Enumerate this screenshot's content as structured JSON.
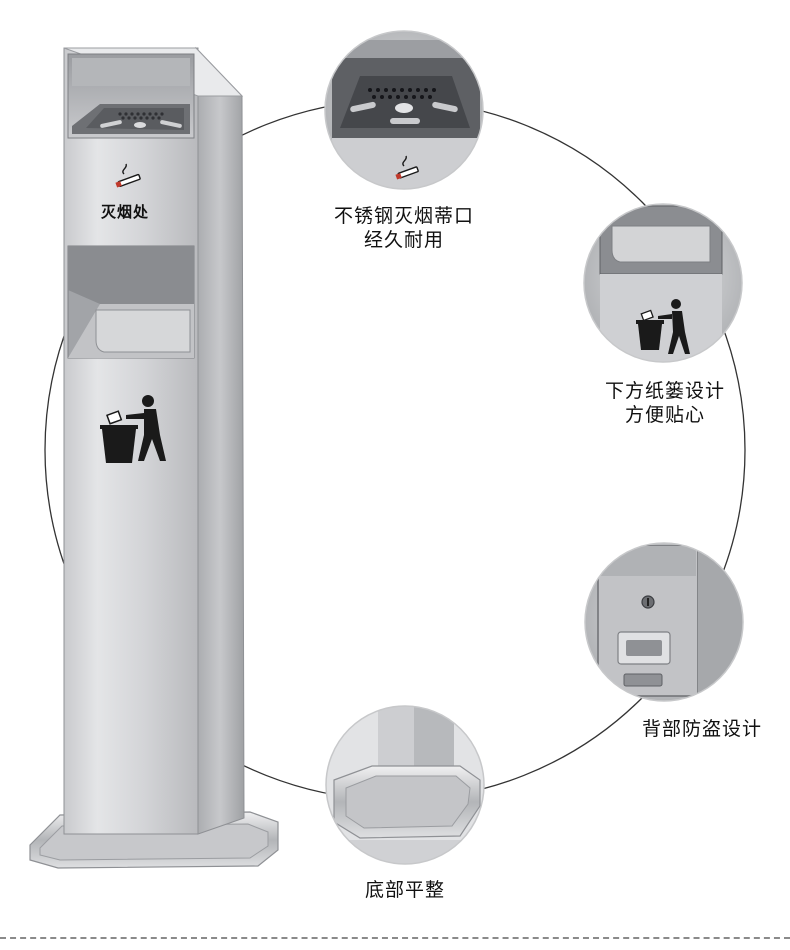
{
  "product": {
    "label": "灭烟处"
  },
  "features": [
    {
      "line1": "不锈钢灭烟蒂口",
      "line2": "经久耐用"
    },
    {
      "line1": "下方纸篓设计",
      "line2": "方便贴心"
    },
    {
      "line1": "背部防盗设计",
      "line2": ""
    },
    {
      "line1": "底部平整",
      "line2": ""
    }
  ],
  "icons": {
    "smoking": "cigarette-icon",
    "trash": "litter-person-icon",
    "lock": "lock-icon",
    "handle": "handle-icon"
  },
  "colors": {
    "steel_light": "#d9d9db",
    "steel_mid": "#b8b9bc",
    "steel_dark": "#8d8f93",
    "icon_black": "#1a1a1a",
    "icon_red": "#c0392b"
  }
}
